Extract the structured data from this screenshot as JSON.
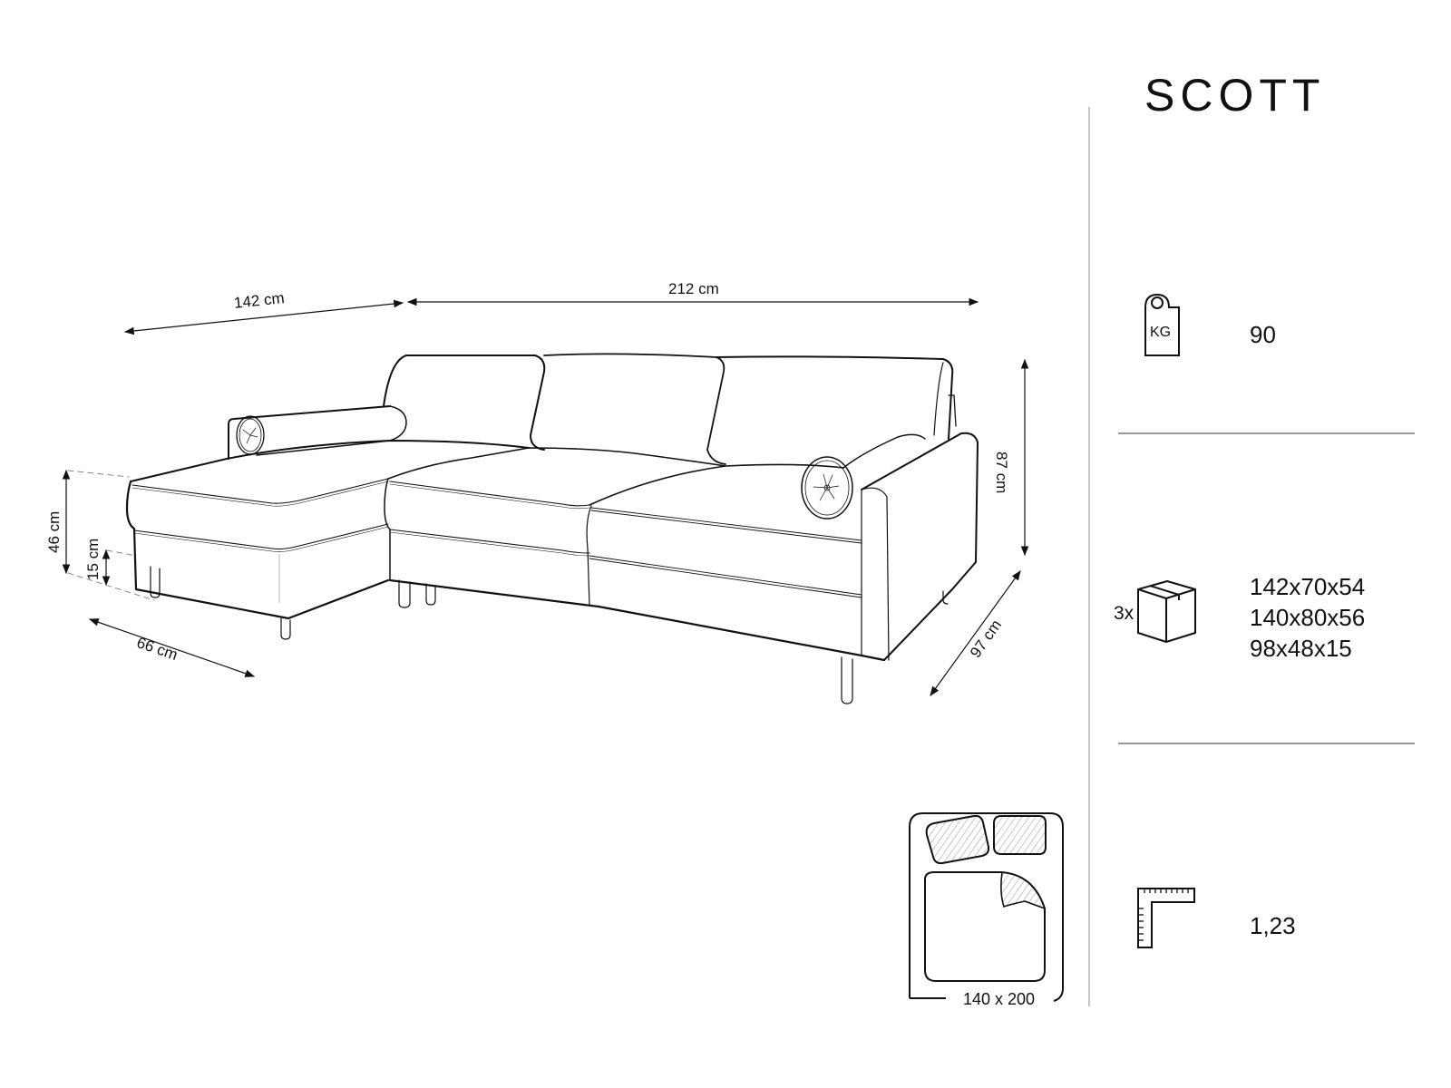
{
  "product": {
    "name": "SCOTT"
  },
  "dimensions": {
    "chaise_length": "142 cm",
    "sofa_width": "212 cm",
    "height": "87 cm",
    "depth": "97 cm",
    "seat_height": "46 cm",
    "leg_height": "15 cm",
    "chaise_width": "66 cm"
  },
  "sleeping_area": {
    "icon": "bed-icon",
    "label": "140 x 200"
  },
  "specs": {
    "weight": {
      "icon": "weight-kg-icon",
      "icon_text": "KG",
      "value": "90"
    },
    "packages": {
      "icon": "box-icon",
      "quantity": "3x",
      "values": [
        "142x70x54",
        "140x80x56",
        "98x48x15"
      ]
    },
    "volume": {
      "icon": "ruler-square-icon",
      "value": "1,23"
    }
  },
  "colors": {
    "line": "#111111",
    "divider": "#c4c4c4",
    "hdivider": "#999999",
    "hatch": "#9a9a9a"
  }
}
